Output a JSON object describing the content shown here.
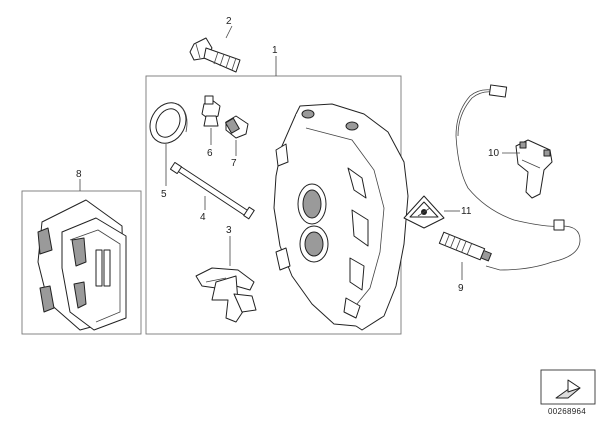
{
  "callouts": {
    "c1": "1",
    "c2": "2",
    "c3": "3",
    "c4": "4",
    "c5": "5",
    "c6": "6",
    "c7": "7",
    "c8": "8",
    "c9": "9",
    "c10": "10",
    "c11": "11"
  },
  "reference_number": "00268964",
  "icons": {
    "corner_symbol": "folded-page-icon",
    "warning_label": "triangle-warning-label-icon"
  },
  "colors": {
    "line": "#222222",
    "frame": "#777777",
    "background": "#ffffff"
  }
}
